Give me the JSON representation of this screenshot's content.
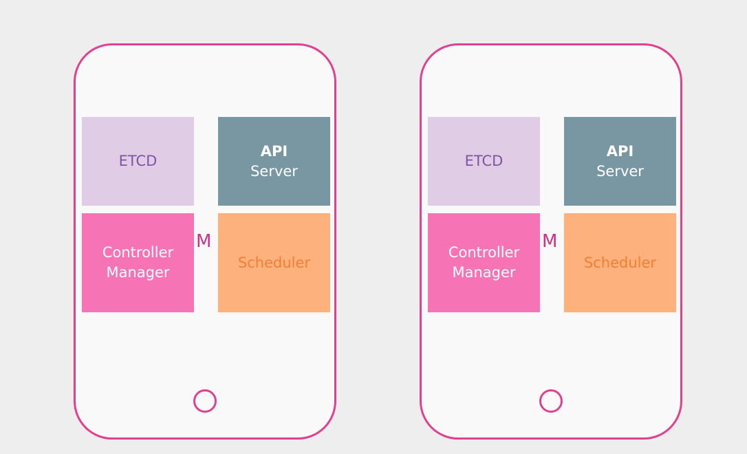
{
  "colors": {
    "node_border": "#e0418f",
    "etcd_bg": "#e1cce5",
    "api_bg": "#7996a3",
    "controller_bg": "#f673b6",
    "scheduler_bg": "#fdb17d"
  },
  "nodes": [
    {
      "etcd": "ETCD",
      "api_line1": "API",
      "api_line2": "Server",
      "controller_line1": "Controller",
      "controller_line2": "Manager",
      "scheduler": "Scheduler",
      "label": "M"
    },
    {
      "etcd": "ETCD",
      "api_line1": "API",
      "api_line2": "Server",
      "controller_line1": "Controller",
      "controller_line2": "Manager",
      "scheduler": "Scheduler",
      "label": "M"
    }
  ]
}
